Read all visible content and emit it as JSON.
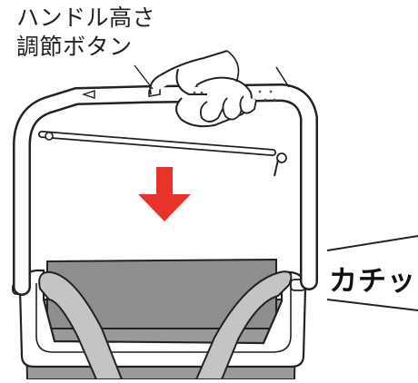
{
  "callout": {
    "line1": "ハンドル高さ",
    "line2": "調節ボタン"
  },
  "sound_effect": "カチッ",
  "colors": {
    "arrow": "#e8332a",
    "outline": "#222222",
    "bucket": "#9a9a9a",
    "strap": "#c4c4c4"
  }
}
